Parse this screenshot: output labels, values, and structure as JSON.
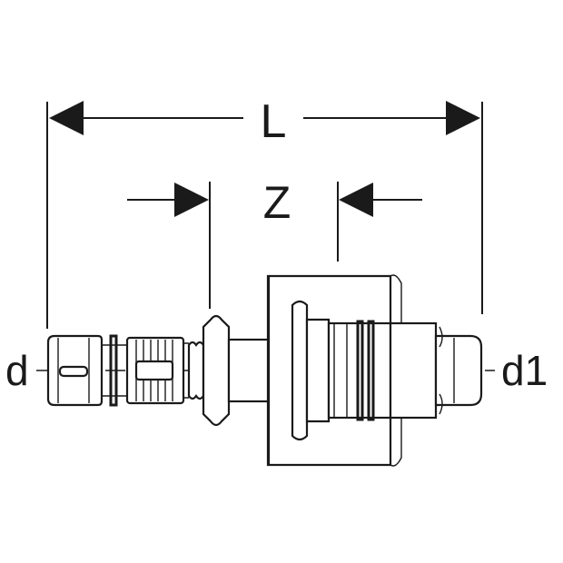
{
  "diagram": {
    "labels": {
      "overall_length": "L",
      "insertion_depth": "Z",
      "diameter_left": "d",
      "diameter_right": "d1"
    },
    "colors": {
      "ink": "#1a1a1a",
      "background": "#ffffff"
    }
  }
}
